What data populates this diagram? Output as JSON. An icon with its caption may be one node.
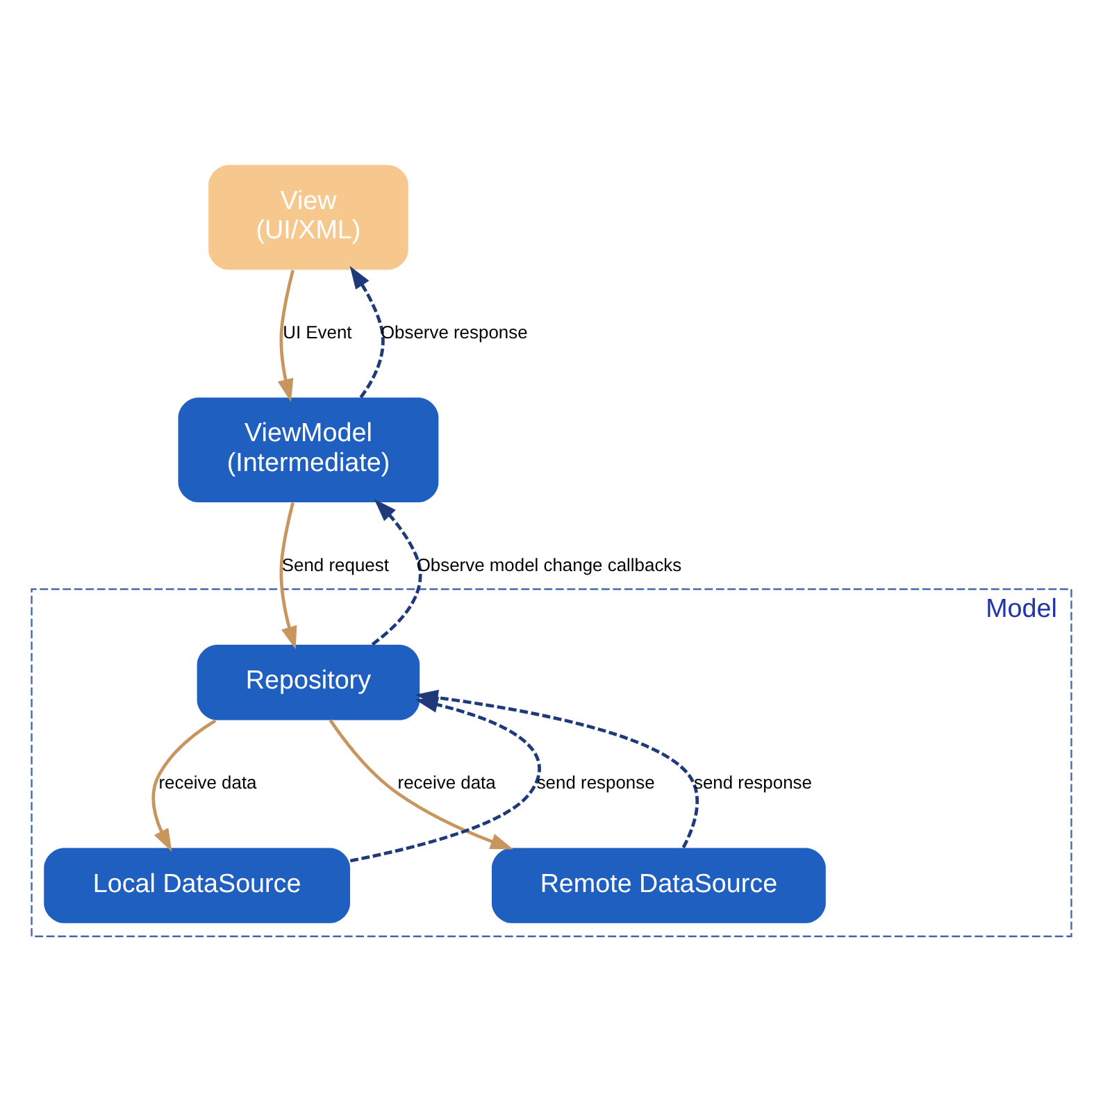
{
  "diagram": {
    "nodes": [
      {
        "text": [
          "View",
          "(UI/XML)"
        ]
      },
      {
        "text": [
          "ViewModel",
          "(Intermediate)"
        ]
      },
      {
        "text": [
          "Model"
        ]
      },
      {
        "text": [
          "Repository"
        ],
        "in": 2
      },
      {
        "text": [
          "Local DataSource"
        ],
        "in": 2
      },
      {
        "text": [
          "Remote DataSource"
        ],
        "in": 2
      }
    ],
    "edges": [
      {
        "from": 0,
        "to": 1,
        "arrow": "to",
        "label": "UI Event"
      },
      {
        "from": 1,
        "to": 0,
        "arrow": "to",
        "label": "Observe response",
        "style": "dashed",
        "color": "#1f3a7a"
      },
      {
        "from": 1,
        "to": 3,
        "arrow": "to",
        "label": "Send request"
      },
      {
        "from": 3,
        "to": 1,
        "arrow": "to",
        "label": "Observe model change callbacks",
        "style": "dashed",
        "color": "#1f3a7a"
      },
      {
        "from": 3,
        "to": 4,
        "arrow": "to",
        "label": "receive data"
      },
      {
        "from": 4,
        "to": 3,
        "arrow": "to",
        "label": "send response",
        "style": "dashed",
        "color": "#1f3a7a"
      },
      {
        "from": 3,
        "to": 5,
        "arrow": "to",
        "label": "receive data"
      },
      {
        "from": 5,
        "to": 3,
        "arrow": "to",
        "label": "send response",
        "style": "dashed",
        "color": "#1f3a7a"
      }
    ]
  }
}
